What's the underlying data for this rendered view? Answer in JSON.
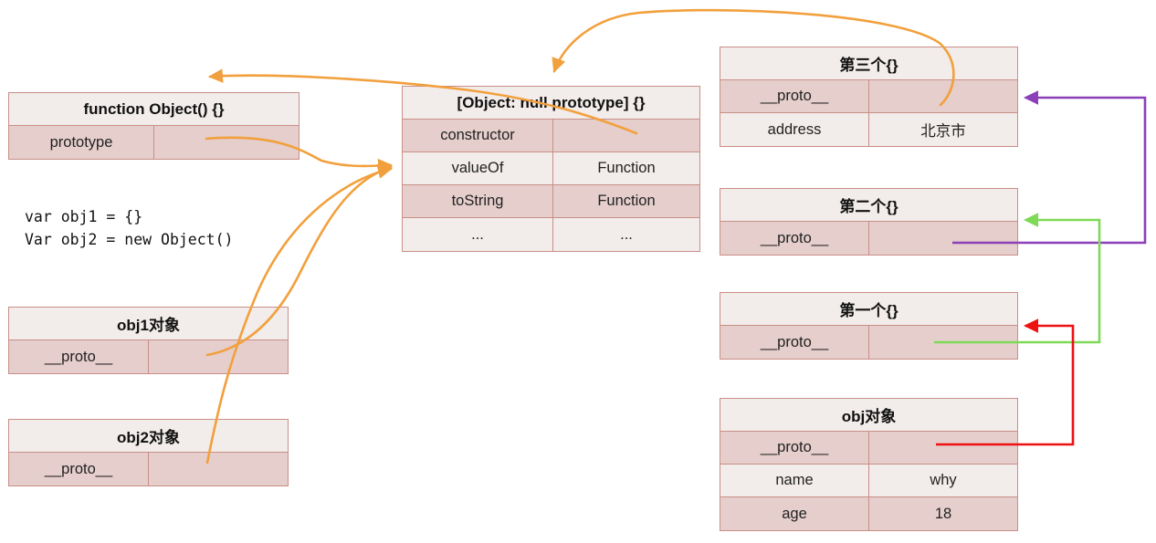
{
  "diagram": {
    "title": "JavaScript prototype chain diagram",
    "colors": {
      "table_border": "#c98f87",
      "row_light": "#f2ecea",
      "row_dark": "#e5cecb",
      "orange_arrow": "#f2a03d",
      "purple_arrow": "#8b3fb8",
      "green_arrow": "#7ed957",
      "red_arrow": "#ee1111",
      "background": "#ffffff"
    }
  },
  "code_snippet": "var obj1 = {}\nVar obj2 = new Object()",
  "tables": {
    "function_object": {
      "header": "function Object() {}",
      "rows": [
        {
          "key": "prototype",
          "value": ""
        }
      ]
    },
    "object_null_prototype": {
      "header": "[Object: null prototype] {}",
      "rows": [
        {
          "key": "constructor",
          "value": ""
        },
        {
          "key": "valueOf",
          "value": "Function"
        },
        {
          "key": "toString",
          "value": "Function"
        },
        {
          "key": "...",
          "value": "..."
        }
      ]
    },
    "obj1": {
      "header": "obj1对象",
      "rows": [
        {
          "key": "__proto__",
          "value": ""
        }
      ]
    },
    "obj2": {
      "header": "obj2对象",
      "rows": [
        {
          "key": "__proto__",
          "value": ""
        }
      ]
    },
    "third": {
      "header": "第三个{}",
      "rows": [
        {
          "key": "__proto__",
          "value": ""
        },
        {
          "key": "address",
          "value": "北京市"
        }
      ]
    },
    "second": {
      "header": "第二个{}",
      "rows": [
        {
          "key": "__proto__",
          "value": ""
        }
      ]
    },
    "first": {
      "header": "第一个{}",
      "rows": [
        {
          "key": "__proto__",
          "value": ""
        }
      ]
    },
    "obj": {
      "header": "obj对象",
      "rows": [
        {
          "key": "__proto__",
          "value": ""
        },
        {
          "key": "name",
          "value": "why"
        },
        {
          "key": "age",
          "value": "18"
        }
      ]
    }
  },
  "arrows": [
    {
      "name": "third-proto-to-object-null-prototype",
      "color": "#f2a03d",
      "from": "第三个{} __proto__",
      "to": "[Object: null prototype] {}"
    },
    {
      "name": "object-null-constructor-to-function-object",
      "color": "#f2a03d",
      "from": "[Object: null prototype] {} constructor",
      "to": "function Object() {}"
    },
    {
      "name": "function-object-prototype-to-object-null",
      "color": "#f2a03d",
      "from": "function Object() {} prototype",
      "to": "[Object: null prototype] {}"
    },
    {
      "name": "obj1-proto-to-object-null",
      "color": "#f2a03d",
      "from": "obj1对象 __proto__",
      "to": "[Object: null prototype] {}"
    },
    {
      "name": "obj2-proto-to-object-null",
      "color": "#f2a03d",
      "from": "obj2对象 __proto__",
      "to": "[Object: null prototype] {}"
    },
    {
      "name": "second-proto-to-third",
      "color": "#8b3fb8",
      "from": "第二个{} __proto__",
      "to": "第三个{}"
    },
    {
      "name": "first-proto-to-second",
      "color": "#7ed957",
      "from": "第一个{} __proto__",
      "to": "第二个{}"
    },
    {
      "name": "obj-proto-to-first",
      "color": "#ee1111",
      "from": "obj对象 __proto__",
      "to": "第一个{}"
    }
  ]
}
